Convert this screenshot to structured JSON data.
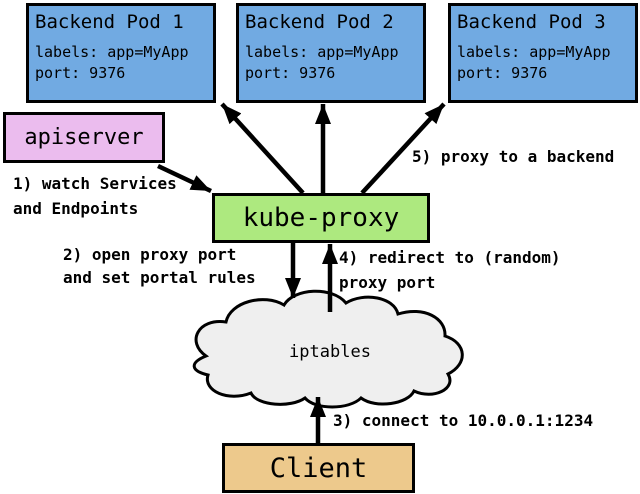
{
  "diagram": {
    "pods": [
      {
        "title": "Backend Pod 1",
        "labels": "labels: app=MyApp",
        "port": "port: 9376"
      },
      {
        "title": "Backend Pod 2",
        "labels": "labels: app=MyApp",
        "port": "port: 9376"
      },
      {
        "title": "Backend Pod 3",
        "labels": "labels: app=MyApp",
        "port": "port: 9376"
      }
    ],
    "apiserver_label": "apiserver",
    "kube_proxy_label": "kube-proxy",
    "iptables_label": "iptables",
    "client_label": "Client",
    "annotations": {
      "step1": "1) watch Services\nand Endpoints",
      "step2": "2) open proxy port\nand set portal rules",
      "step3": "3) connect to 10.0.0.1:1234",
      "step4": "4) redirect to (random)\nproxy port",
      "step5": "5) proxy to a backend"
    },
    "colors": {
      "pod_fill": "#71AAE2",
      "apiserver_fill": "#EBBCEE",
      "kube_proxy_fill": "#ADE97F",
      "client_fill": "#EDC98C",
      "cloud_fill": "#EFEFEF",
      "line_color": "#000000"
    }
  }
}
